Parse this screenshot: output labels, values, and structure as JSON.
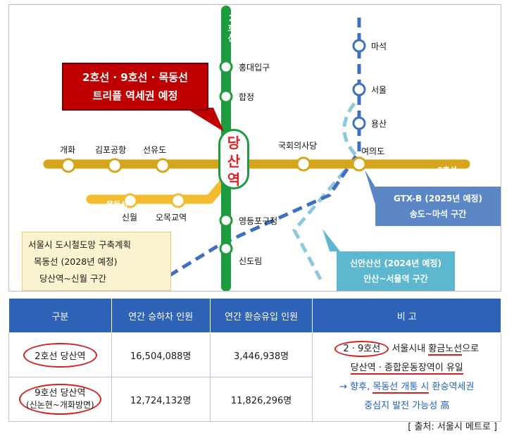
{
  "map": {
    "line2_label": "2호선",
    "line9_label": "9호선",
    "mokdong_label": "목동선",
    "dangsan_badge": "당산역",
    "stations": {
      "hongdae": "홍대입구",
      "hapjeong": "합정",
      "gaehwa": "개화",
      "gimpo": "김포공항",
      "seonyudo": "선유도",
      "national_assembly": "국회의사당",
      "yeouido": "여의도",
      "sinwol": "신월",
      "omokgyo": "오목교역",
      "yeongdeungpo_gu": "영등포구청",
      "sindorim": "신도림",
      "maseok": "마석",
      "seoul": "서울",
      "yongsan": "용산"
    },
    "callouts": {
      "triple_line1": "2호선 · 9호선 · 목동선",
      "triple_line2": "트리플 역세권 예정",
      "gtx_line1": "GTX-B (2025년 예정)",
      "gtx_line2": "송도~마석 구간",
      "sinan_line1": "신안산선 (2024년 예정)",
      "sinan_line2": "안산~서울역 구간",
      "mokdong_line1": "서울시 도시철도망 구축계획",
      "mokdong_line2": "목동선 (2028년 예정)",
      "mokdong_line3": "당산역~신월 구간"
    },
    "colors": {
      "line2": "#1e9b3e",
      "line9": "#d6a51b",
      "gtx": "#3f6fc0",
      "sinan": "#8dc9dc",
      "red_callout": "#c00000"
    }
  },
  "table": {
    "headers": [
      "구분",
      "연간 승하차 인원",
      "연간 환승유입 인원",
      "비  고"
    ],
    "rows": [
      {
        "name": "2호선 당산역",
        "sub": "",
        "boarding": "16,504,088명",
        "transfer": "3,446,938명"
      },
      {
        "name": "9호선 당산역",
        "sub": "(신논현~개화방면)",
        "boarding": "12,724,132명",
        "transfer": "11,826,296명"
      }
    ],
    "note": {
      "part1": "2 · 9호선",
      "part2": " 서울시내 ",
      "part3": "황금노선",
      "part4": "으로",
      "part5": "당산역 · 종합운동장역이 유일",
      "part6": "→ 향후, ",
      "part7": "목동선 개통 시",
      "part8": " 환승역세권",
      "part9": "중심지 발전 가능성 高"
    }
  },
  "source": "[ 출처: 서울시 메트로 ]"
}
